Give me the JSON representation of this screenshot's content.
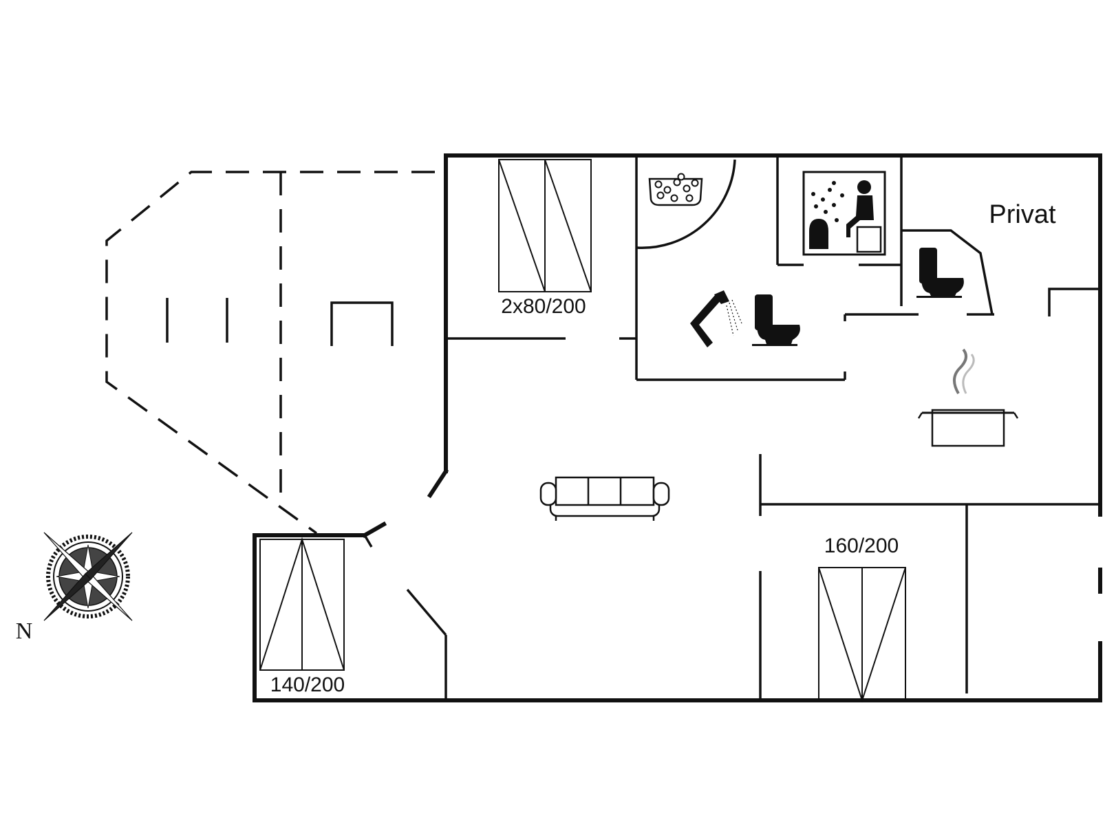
{
  "plan": {
    "labels": {
      "bed_twin": "2x80/200",
      "bed_double_left": "140/200",
      "bed_double_right": "160/200",
      "private_room": "Privat",
      "north": "N"
    },
    "icons": [
      "compass-rose-icon",
      "whirlpool-spa-icon",
      "sauna-icon",
      "shower-icon",
      "toilet-icon",
      "cooking-pot-icon",
      "sofa-icon"
    ],
    "colors": {
      "line": "#111111",
      "background": "#ffffff"
    }
  }
}
